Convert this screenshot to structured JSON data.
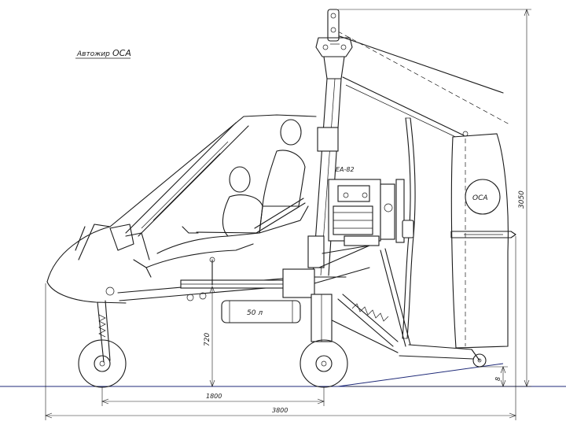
{
  "title": {
    "prefix": "Автожир",
    "name": "ОСА"
  },
  "labels": {
    "engine": "ЕА-82",
    "tank": "50 л",
    "tail_fin": "ОСА"
  },
  "dimensions": {
    "wheelbase": "1800",
    "overall_length": "3800",
    "overall_height": "3050",
    "wheel_height": "720",
    "tail_clearance": "8"
  },
  "colors": {
    "line": "#1a1a1a",
    "ground": "#1f2a78",
    "background": "#ffffff"
  }
}
